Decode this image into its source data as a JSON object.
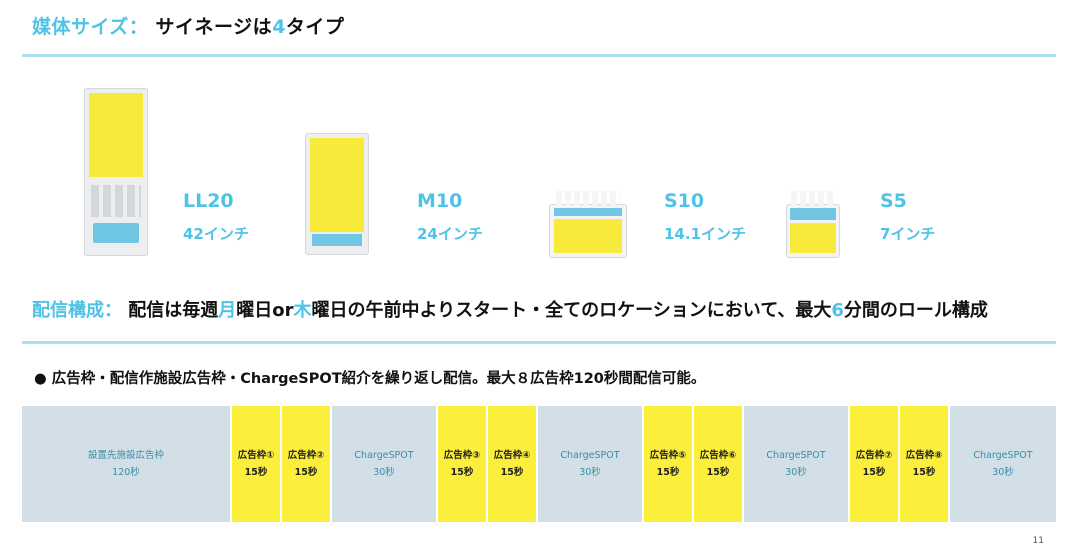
{
  "header1": {
    "label": "媒体サイズ：",
    "text_pre": " サイネージは",
    "count": "4",
    "text_post": "タイプ"
  },
  "devices": [
    {
      "name": "LL20",
      "size": "42インチ"
    },
    {
      "name": "M10",
      "size": "24インチ"
    },
    {
      "name": "S10",
      "size": "14.1インチ"
    },
    {
      "name": "S5",
      "size": "7インチ"
    }
  ],
  "header2": {
    "label": "配信構成：",
    "p1": " 配信は毎週",
    "mon": "月",
    "p2": "曜日or",
    "thu": "木",
    "p3": "曜日の午前中よりスタート・全てのロケーションにおいて、最大",
    "max": "6",
    "p4": "分間のロール構成"
  },
  "bullet": "● 広告枠・配信作施設広告枠・ChargeSPOT紹介を繰り返し配信。最大８広告枠120秒間配信可能。",
  "schedule": [
    {
      "l1": "設置先施設広告枠",
      "l2": "120秒",
      "kind": "facility"
    },
    {
      "l1": "広告枠①",
      "l2": "15秒",
      "kind": "ad"
    },
    {
      "l1": "広告枠②",
      "l2": "15秒",
      "kind": "ad"
    },
    {
      "l1": "ChargeSPOT",
      "l2": "30秒",
      "kind": "cs"
    },
    {
      "l1": "広告枠③",
      "l2": "15秒",
      "kind": "ad"
    },
    {
      "l1": "広告枠④",
      "l2": "15秒",
      "kind": "ad"
    },
    {
      "l1": "ChargeSPOT",
      "l2": "30秒",
      "kind": "cs"
    },
    {
      "l1": "広告枠⑤",
      "l2": "15秒",
      "kind": "ad"
    },
    {
      "l1": "広告枠⑥",
      "l2": "15秒",
      "kind": "ad"
    },
    {
      "l1": "ChargeSPOT",
      "l2": "30秒",
      "kind": "cs"
    },
    {
      "l1": "広告枠⑦",
      "l2": "15秒",
      "kind": "ad"
    },
    {
      "l1": "広告枠⑧",
      "l2": "15秒",
      "kind": "ad"
    },
    {
      "l1": "ChargeSPOT",
      "l2": "30秒",
      "kind": "cs"
    }
  ],
  "page_number": "11",
  "colors": {
    "accent": "#4fc3e6",
    "highlight": "#fbef3b",
    "table_bg": "#d2dfe6"
  }
}
